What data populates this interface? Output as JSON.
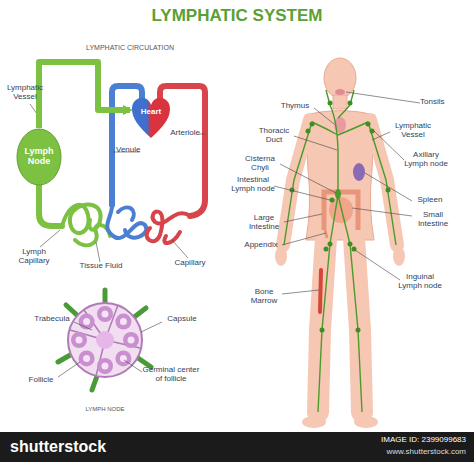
{
  "diagram": {
    "title": "LYMPHATIC SYSTEM",
    "nodes": [
      {
        "text": [
          "Lymph Node"
        ]
      },
      {
        "text": [
          "Heart"
        ]
      }
    ],
    "edges": [
      {
        "from": 0,
        "to": 1,
        "arrow": "to"
      }
    ],
    "labels": [
      "LYMPHATIC CIRCULATION",
      "Lymphatic Vessel",
      "Venule",
      "Arteriole",
      "Lymph Capillary",
      "Tissue Fluid",
      "Capillary",
      "Trabecula",
      "Capsule",
      "Follicle",
      "Germinal center of follicle",
      "LYMPH NODE",
      "Thymus",
      "Tonsils",
      "Thoracic Duct",
      "Lymphatic Vessel",
      "Cisterna Chyli",
      "Axillary Lymph node",
      "Intestinal Lymph node",
      "Spleen",
      "Large Intestine",
      "Small Intestine",
      "Appendix",
      "Bone Marrow",
      "Inguinal Lymph node",
      "shutterstock",
      "IMAGE ID: 2399099683",
      "www.shutterstock.com"
    ]
  }
}
